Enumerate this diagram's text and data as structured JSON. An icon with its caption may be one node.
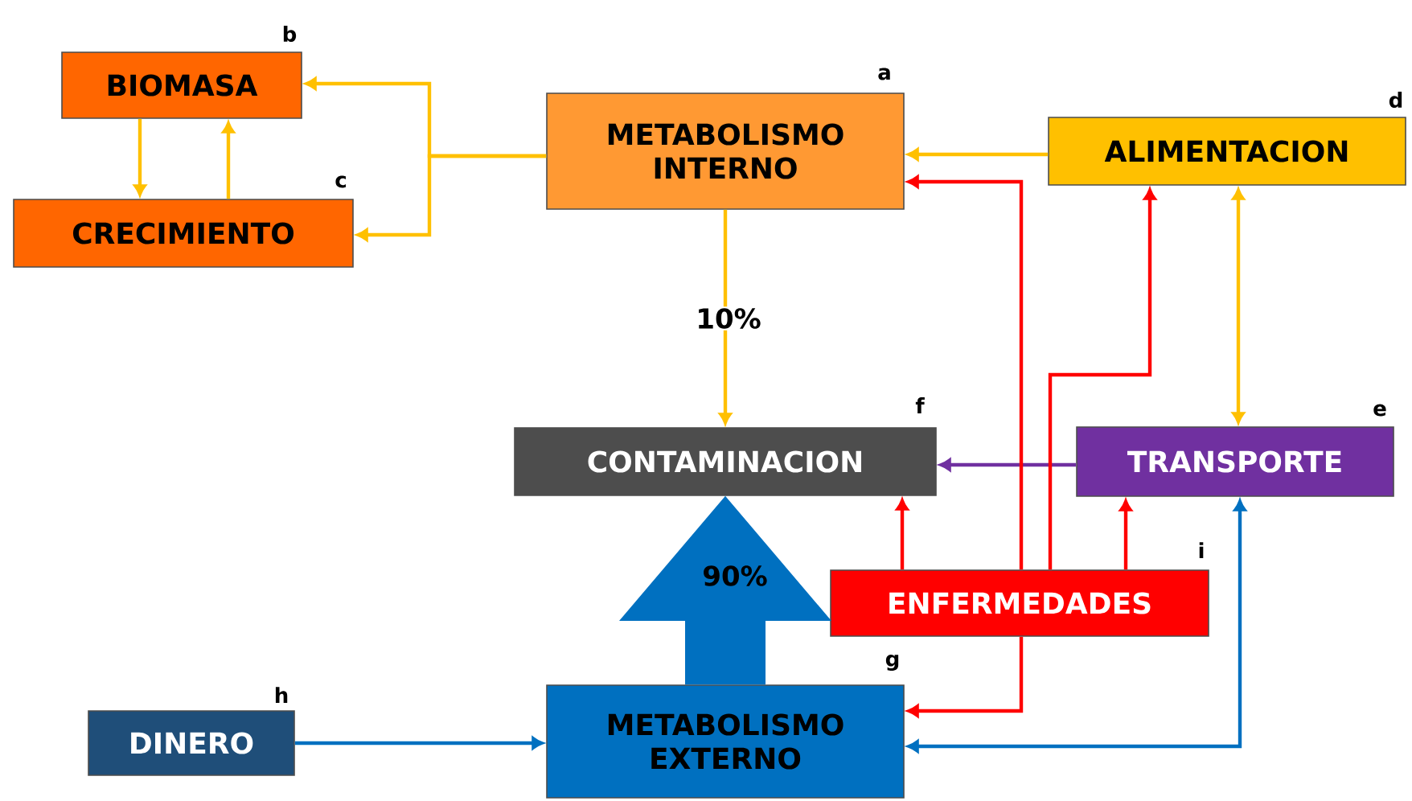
{
  "diagram": {
    "nodes": [
      {
        "text": [
          "METABOLISMO INTERNO"
        ],
        "beside": [
          "a"
        ]
      },
      {
        "text": [
          "BIOMASA"
        ],
        "beside": [
          "b"
        ]
      },
      {
        "text": [
          "CRECIMIENTO"
        ],
        "beside": [
          "c"
        ]
      },
      {
        "text": [
          "ALIMENTACION"
        ],
        "beside": [
          "d"
        ]
      },
      {
        "text": [
          "TRANSPORTE"
        ],
        "beside": [
          "e"
        ]
      },
      {
        "text": [
          "CONTAMINACION"
        ],
        "beside": [
          "f"
        ]
      },
      {
        "text": [
          "METABOLISMO EXTERNO"
        ],
        "beside": [
          "g"
        ]
      },
      {
        "text": [
          "DINERO"
        ],
        "beside": [
          "h"
        ]
      },
      {
        "text": [
          "ENFERMEDADES"
        ],
        "beside": [
          "i"
        ]
      }
    ],
    "edges": [
      {
        "from": 0,
        "to": 1,
        "arrow": "to"
      },
      {
        "from": 0,
        "to": 2,
        "arrow": "to"
      },
      {
        "from": 1,
        "to": 2,
        "arrow": "to"
      },
      {
        "from": 2,
        "to": 1,
        "arrow": "to"
      },
      {
        "from": 3,
        "to": 0,
        "arrow": "to"
      },
      {
        "from": 0,
        "to": 5,
        "arrow": "to",
        "label": "10%"
      },
      {
        "from": 3,
        "to": 4,
        "arrow": "both"
      },
      {
        "from": 4,
        "to": 5,
        "arrow": "to",
        "color": "#7030a0"
      },
      {
        "from": 8,
        "to": 5,
        "arrow": "to",
        "color": "#ff0000"
      },
      {
        "from": 8,
        "to": 4,
        "arrow": "to",
        "color": "#ff0000"
      },
      {
        "from": 8,
        "to": 0,
        "arrow": "to",
        "color": "#ff0000"
      },
      {
        "from": 8,
        "to": 6,
        "arrow": "to",
        "color": "#ff0000"
      },
      {
        "from": 8,
        "to": 3,
        "arrow": "to",
        "color": "#ff0000"
      },
      {
        "from": 7,
        "to": 6,
        "arrow": "to",
        "color": "#0070c0"
      },
      {
        "from": 4,
        "to": 6,
        "arrow": "both",
        "color": "#0070c0"
      },
      {
        "from": 6,
        "to": 5,
        "arrow": "to",
        "color": "#0070c0",
        "style": "thick",
        "label": "90%"
      }
    ]
  }
}
